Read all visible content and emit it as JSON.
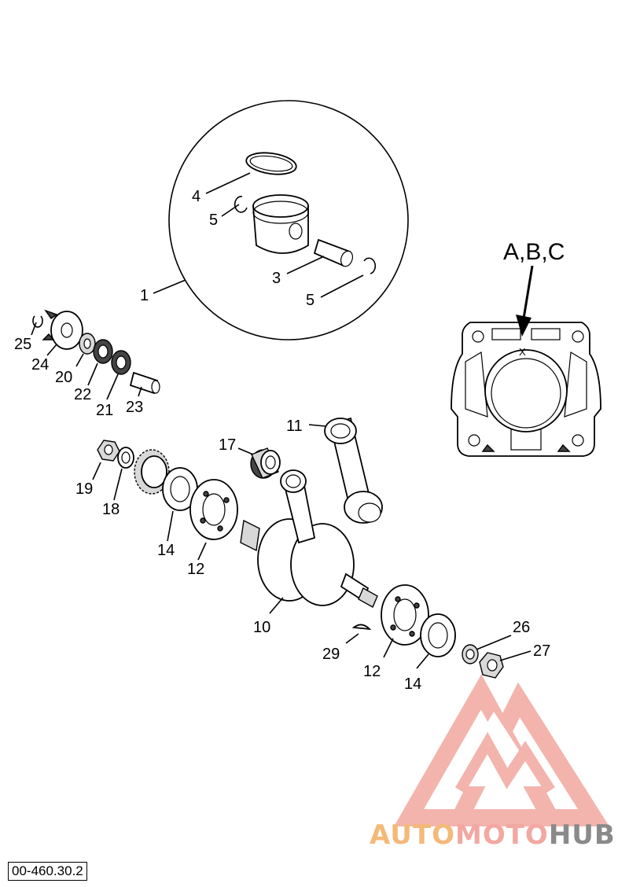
{
  "diagram": {
    "cylinder_marker": "A,B,C",
    "cylinder_mark": "X",
    "callouts": {
      "c1": "1",
      "c3": "3",
      "c4": "4",
      "c5a": "5",
      "c5b": "5",
      "c25": "25",
      "c24": "24",
      "c20": "20",
      "c22": "22",
      "c21": "21",
      "c23": "23",
      "c11": "11",
      "c17": "17",
      "c19": "19",
      "c18": "18",
      "c14a": "14",
      "c12a": "12",
      "c10": "10",
      "c29": "29",
      "c12b": "12",
      "c14b": "14",
      "c26": "26",
      "c27": "27"
    }
  },
  "footer": {
    "doc_ref": "00-460.30.2",
    "watermark_part1": "AUTO",
    "watermark_part2": "MOTO",
    "watermark_part3": "HUB",
    "watermark_colors": [
      "#f4b97a",
      "#f2a8a1",
      "#8a8a8a"
    ]
  }
}
